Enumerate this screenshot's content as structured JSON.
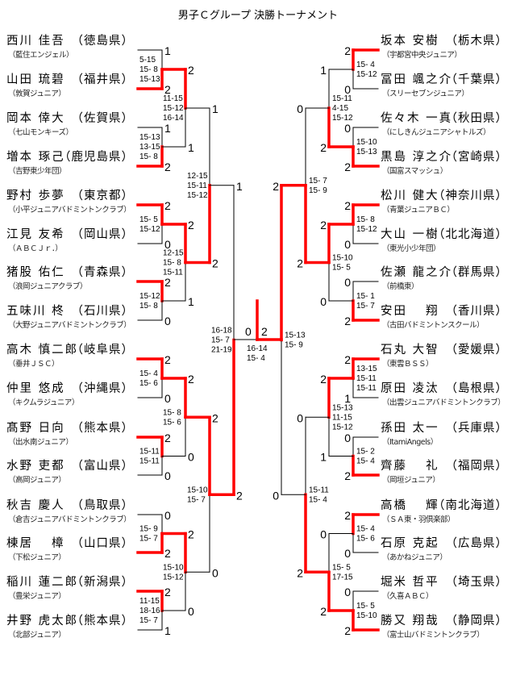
{
  "title": "男子Ｃグループ 決勝トーナメント",
  "colors": {
    "winner_line": "#ff0000",
    "line": "#000000"
  },
  "left_players": [
    {
      "name": "西川 佳吾",
      "pref": "（徳島県）",
      "club": "（藍住エンジェル）"
    },
    {
      "name": "山田 琉碧",
      "pref": "（福井県）",
      "club": "（敦賀ジュニア）"
    },
    {
      "name": "岡本 倖大",
      "pref": "（佐賀県）",
      "club": "（七山モンキーズ）"
    },
    {
      "name": "増本 琢己",
      "pref": "（鹿児島県）",
      "club": "（吉野東少年団）"
    },
    {
      "name": "野村 歩夢",
      "pref": "（東京都）",
      "club": "（小平ジュニアバドミントンクラブ）"
    },
    {
      "name": "江見 友希",
      "pref": "（岡山県）",
      "club": "（ＡＢＣＪｒ．）"
    },
    {
      "name": "猪股 佑仁",
      "pref": "（青森県）",
      "club": "（浪岡ジュニアクラブ）"
    },
    {
      "name": "五味川 柊",
      "pref": "（石川県）",
      "club": "（大野ジュニアバドミントンクラブ）"
    },
    {
      "name": "高木 慎二郎",
      "pref": "（岐阜県）",
      "club": "（垂井ＪＳＣ）"
    },
    {
      "name": "仲里 悠成",
      "pref": "（沖縄県）",
      "club": "（キクムラジュニア）"
    },
    {
      "name": "髙野 日向",
      "pref": "（熊本県）",
      "club": "（出水南ジュニア）"
    },
    {
      "name": "水野 吏都",
      "pref": "（富山県）",
      "club": "（高岡ジュニア）"
    },
    {
      "name": "秋吉 慶人",
      "pref": "（鳥取県）",
      "club": "（倉吉ジュニアバドミントンクラブ）"
    },
    {
      "name": "棟居 　樟",
      "pref": "（山口県）",
      "club": "（下松ジュニア）"
    },
    {
      "name": "稲川 蓮二郎",
      "pref": "（新潟県）",
      "club": "（豊栄ジュニア）"
    },
    {
      "name": "井野 虎太郎",
      "pref": "（熊本県）",
      "club": "（北部ジュニア）"
    }
  ],
  "right_players": [
    {
      "name": "坂本 安樹",
      "pref": "（栃木県）",
      "club": "（宇都宮中央ジュニア）"
    },
    {
      "name": "冨田 颯之介",
      "pref": "（千葉県）",
      "club": "（スリーセブンジュニア）"
    },
    {
      "name": "佐々木 一真",
      "pref": "（秋田県）",
      "club": "（にしきんジュニアシャトルズ）"
    },
    {
      "name": "黒島 淳之介",
      "pref": "（宮崎県）",
      "club": "（国富スマッシュ）"
    },
    {
      "name": "松川 健大",
      "pref": "（神奈川県）",
      "club": "（青葉ジュニアＢＣ）"
    },
    {
      "name": "大山 一樹",
      "pref": "（北北海道）",
      "club": "（東光小少年団）"
    },
    {
      "name": "佐瀬 龍之介",
      "pref": "（群馬県）",
      "club": "（前橋東）"
    },
    {
      "name": "安田 　翔",
      "pref": "（香川県）",
      "club": "（古田バドミントンスクール）"
    },
    {
      "name": "石丸 大智",
      "pref": "（愛媛県）",
      "club": "（東雲ＢＳＳ）"
    },
    {
      "name": "原田 凌汰",
      "pref": "（島根県）",
      "club": "（出雲ジュニアバドミントンクラブ）"
    },
    {
      "name": "孫田 太一",
      "pref": "（兵庫県）",
      "club": "（ItamiAngels）"
    },
    {
      "name": "齊藤 　礼",
      "pref": "（福岡県）",
      "club": "（岡垣ジュニア）"
    },
    {
      "name": "高橋 　輝",
      "pref": "（南北海道）",
      "club": "（ＳＡ東・羽倶楽部）"
    },
    {
      "name": "石原 克起",
      "pref": "（広島県）",
      "club": "（あかねジュニア）"
    },
    {
      "name": "堀米 哲平",
      "pref": "（埼玉県）",
      "club": "（久喜ＡＢＣ）"
    },
    {
      "name": "勝又 翔哉",
      "pref": "（静岡県）",
      "club": "（富士山バドミントンクラブ）"
    }
  ],
  "left_rounds": [
    [
      {
        "counts": [
          1,
          2
        ],
        "games": [
          "5-15",
          "15- 8",
          "15-13"
        ]
      },
      {
        "counts": [
          1,
          2
        ],
        "games": [
          "15-13",
          "13-15",
          "15- 8"
        ]
      },
      {
        "counts": [
          2,
          0
        ],
        "games": [
          "15- 5",
          "15-12"
        ]
      },
      {
        "counts": [
          2,
          0
        ],
        "games": [
          "15-12",
          "15- 8"
        ]
      },
      {
        "counts": [
          2,
          0
        ],
        "games": [
          "15- 4",
          "15- 6"
        ]
      },
      {
        "counts": [
          2,
          0
        ],
        "games": [
          "15-11",
          "15-11"
        ]
      },
      {
        "counts": [
          0,
          2
        ],
        "games": [
          "15- 9",
          "15- 7"
        ]
      },
      {
        "counts": [
          2,
          1
        ],
        "games": [
          "11-15",
          "18-16",
          "15- 7"
        ]
      }
    ],
    [
      {
        "counts": [
          2,
          1
        ],
        "games": [
          "11-15",
          "15-12",
          "16-14"
        ]
      },
      {
        "counts": [
          2,
          1
        ],
        "games": [
          "12-15",
          "15- 8",
          "15-11"
        ]
      },
      {
        "counts": [
          2,
          0
        ],
        "games": [
          "15- 8",
          "15- 6"
        ]
      },
      {
        "counts": [
          2,
          0
        ],
        "games": [
          "15-10",
          "15-12"
        ]
      }
    ],
    [
      {
        "counts": [
          1,
          2
        ],
        "games": [
          "12-15",
          "15-11",
          "15-12"
        ]
      },
      {
        "counts": [
          2,
          0
        ],
        "games": [
          "15-10",
          "15- 7"
        ]
      }
    ],
    [
      {
        "counts": [
          1,
          2
        ],
        "games": [
          "16-18",
          "15- 7",
          "21-19"
        ]
      }
    ]
  ],
  "right_rounds": [
    [
      {
        "counts": [
          2,
          0
        ],
        "games": [
          "15- 4",
          "15-12"
        ]
      },
      {
        "counts": [
          0,
          2
        ],
        "games": [
          "15-10",
          "15-13"
        ]
      },
      {
        "counts": [
          2,
          0
        ],
        "games": [
          "15- 8",
          "15-12"
        ]
      },
      {
        "counts": [
          0,
          2
        ],
        "games": [
          "15- 1",
          "15- 7"
        ]
      },
      {
        "counts": [
          2,
          1
        ],
        "games": [
          "13-15",
          "15-11",
          "15-11"
        ]
      },
      {
        "counts": [
          0,
          2
        ],
        "games": [
          "15- 2",
          "15- 4"
        ]
      },
      {
        "counts": [
          2,
          0
        ],
        "games": [
          "15- 4",
          "15- 6"
        ]
      },
      {
        "counts": [
          0,
          2
        ],
        "games": [
          "15- 5",
          "15-10"
        ]
      }
    ],
    [
      {
        "counts": [
          1,
          2
        ],
        "games": [
          "15-11",
          "4-15",
          "15-12"
        ]
      },
      {
        "counts": [
          2,
          0
        ],
        "games": [
          "15-10",
          "15- 5"
        ]
      },
      {
        "counts": [
          2,
          1
        ],
        "games": [
          "15-13",
          "11-15",
          "15-12"
        ]
      },
      {
        "counts": [
          0,
          2
        ],
        "games": [
          "15- 5",
          "17-15"
        ]
      }
    ],
    [
      {
        "counts": [
          0,
          2
        ],
        "games": [
          "15- 7",
          "15- 9"
        ]
      },
      {
        "counts": [
          0,
          2
        ],
        "games": [
          "15-11",
          "15- 4"
        ]
      }
    ],
    [
      {
        "counts": [
          2,
          0
        ],
        "games": [
          "15-13",
          "15- 9"
        ]
      }
    ]
  ],
  "final": {
    "counts": [
      0,
      2
    ],
    "games": [
      "16-14",
      "15- 4"
    ]
  }
}
